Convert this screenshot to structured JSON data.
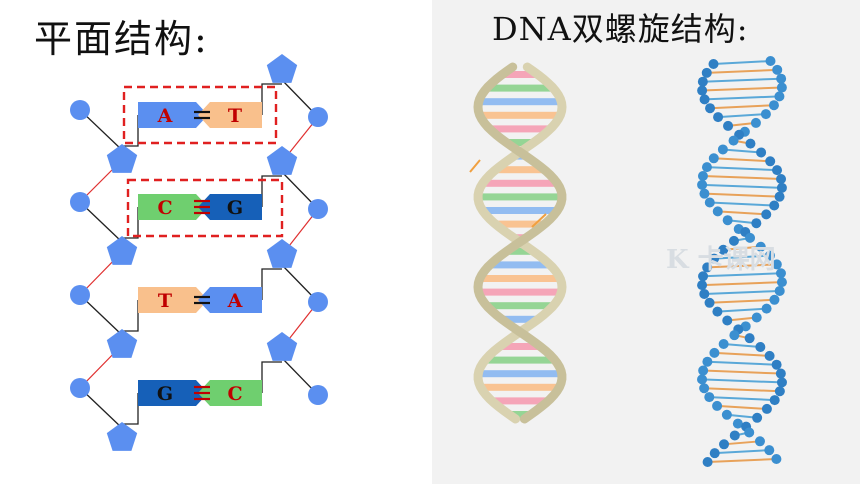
{
  "titles": {
    "planar": "平面结构:",
    "helix": "DNA双螺旋结构:"
  },
  "pairs": [
    {
      "left": "A",
      "right": "T",
      "bonds": 2
    },
    {
      "left": "C",
      "right": "G",
      "bonds": 3
    },
    {
      "left": "T",
      "right": "A",
      "bonds": 2
    },
    {
      "left": "G",
      "right": "C",
      "bonds": 3
    }
  ],
  "watermark": "K 卡课网",
  "colors": {
    "A": "#5b8ff0",
    "T": "#f9c08c",
    "C": "#6fcf6f",
    "G": "#1660b8",
    "letter": "#c00000",
    "sugar": "#5b8ff0",
    "backbone": "#e03030",
    "dashed_box": "#e02020"
  }
}
